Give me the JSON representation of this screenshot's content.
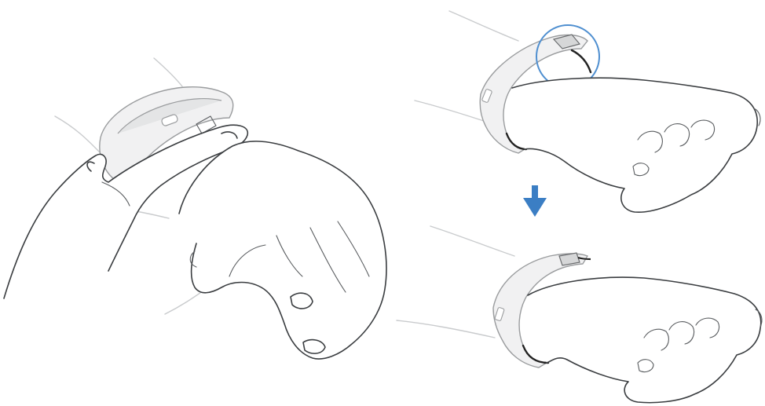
{
  "figure": {
    "panels": [
      {
        "id": "panel-left",
        "step": "put-on-band"
      },
      {
        "id": "panel-right-top",
        "step": "clasp-open"
      },
      {
        "id": "panel-right-bottom",
        "step": "clasp-closed"
      }
    ],
    "icons": [
      "down-arrow-icon",
      "highlight-circle-icon"
    ],
    "colors": {
      "line": "#3a3d40",
      "band": "#f1f1f2",
      "band_edge": "#9a9c9e",
      "arrow": "#3b7ec4",
      "highlight": "#4f8fd0",
      "arm_line": "#c9cbcd"
    }
  }
}
